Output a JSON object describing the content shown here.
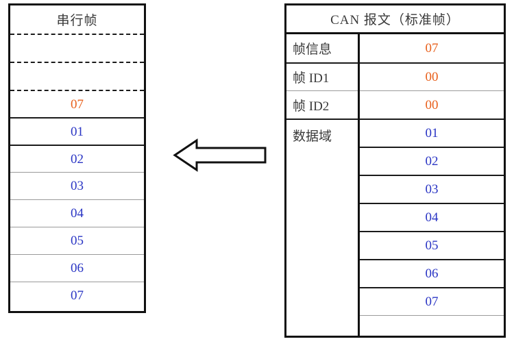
{
  "colors": {
    "orange": "#e8601c",
    "blue": "#2a35c4",
    "border": "#111111",
    "label_text": "#3a3a3a",
    "background": "#ffffff"
  },
  "serial_frame": {
    "title": "串行帧",
    "placeholder_rows": [
      "",
      "",
      ""
    ],
    "values": [
      {
        "text": "07",
        "color": "orange"
      },
      {
        "text": "01",
        "color": "blue"
      },
      {
        "text": "02",
        "color": "blue"
      },
      {
        "text": "03",
        "color": "blue"
      },
      {
        "text": "04",
        "color": "blue"
      },
      {
        "text": "05",
        "color": "blue"
      },
      {
        "text": "06",
        "color": "blue"
      },
      {
        "text": "07",
        "color": "blue"
      }
    ]
  },
  "can_message": {
    "title": "CAN 报文（标准帧）",
    "labels": [
      "帧信息",
      "帧 ID1",
      "帧 ID2",
      "数据域"
    ],
    "values": [
      {
        "text": "07",
        "color": "orange"
      },
      {
        "text": "00",
        "color": "orange"
      },
      {
        "text": "00",
        "color": "orange"
      },
      {
        "text": "01",
        "color": "blue"
      },
      {
        "text": "02",
        "color": "blue"
      },
      {
        "text": "03",
        "color": "blue"
      },
      {
        "text": "04",
        "color": "blue"
      },
      {
        "text": "05",
        "color": "blue"
      },
      {
        "text": "06",
        "color": "blue"
      },
      {
        "text": "07",
        "color": "blue"
      },
      {
        "text": "",
        "color": "blue"
      }
    ]
  },
  "arrow": {
    "direction": "left",
    "label": ""
  }
}
